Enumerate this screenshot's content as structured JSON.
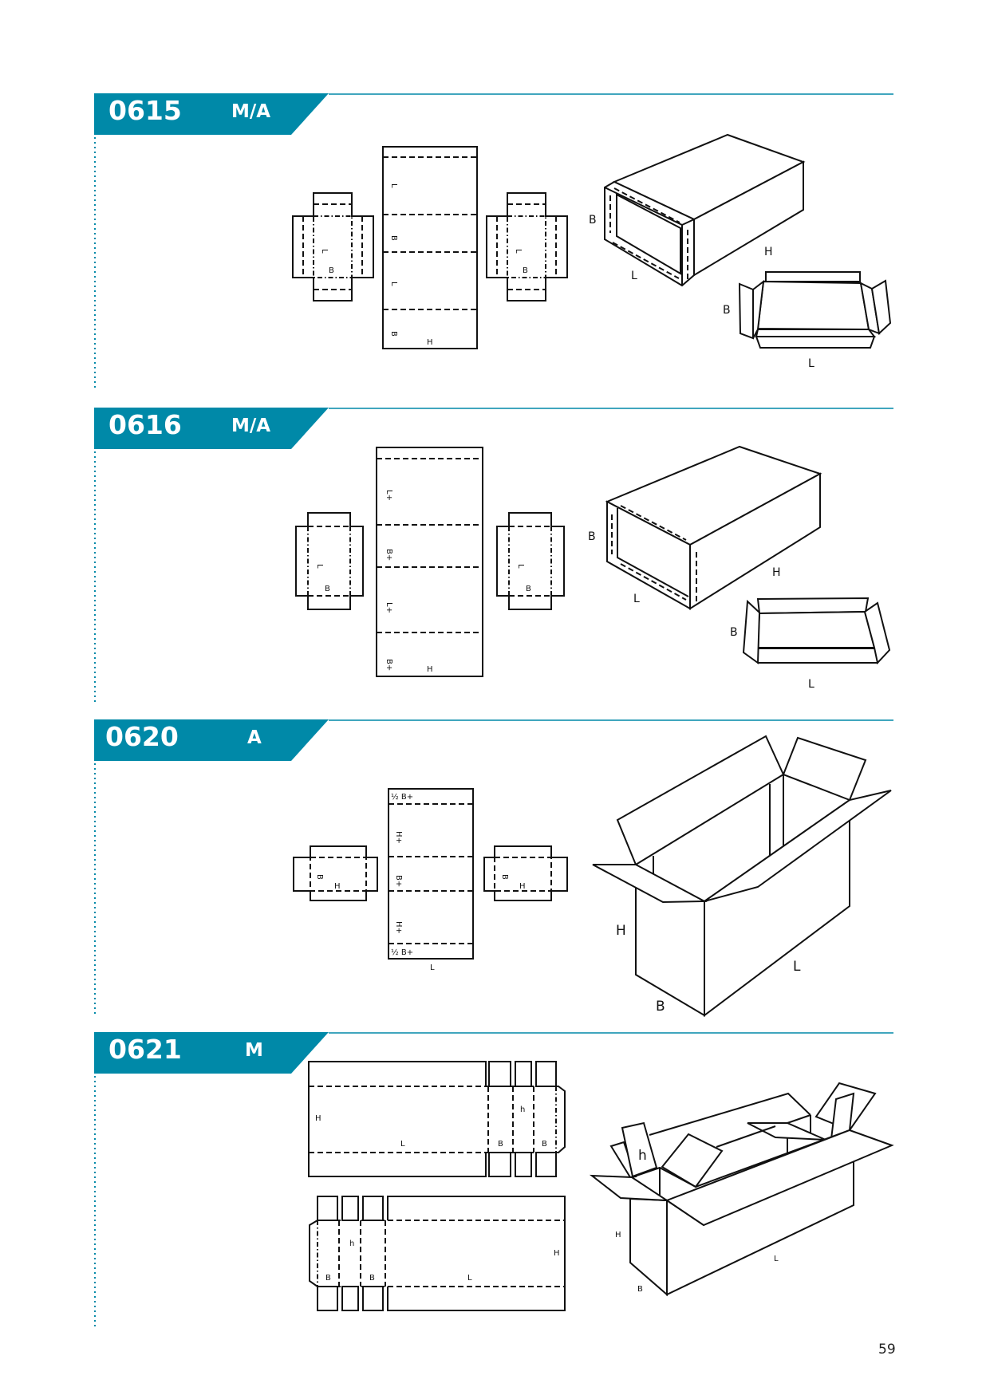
{
  "sections": [
    {
      "code": "0615",
      "type": "M/A",
      "flat_center_labels": [
        "L",
        "B",
        "L",
        "B",
        "H"
      ],
      "flat_side_labels": [
        "L",
        "B"
      ],
      "view_labels": [
        "B",
        "L",
        "H"
      ],
      "tray_labels": [
        "B",
        "L"
      ]
    },
    {
      "code": "0616",
      "type": "M/A",
      "flat_center_labels": [
        "L+",
        "B+",
        "L+",
        "B+",
        "H"
      ],
      "flat_side_labels": [
        "L",
        "B"
      ],
      "view_labels": [
        "B",
        "L",
        "H"
      ],
      "tray_labels": [
        "B",
        "L"
      ]
    },
    {
      "code": "0620",
      "type": "A",
      "flat_center_labels": [
        "½ B+",
        "H+",
        "B+",
        "H+",
        "½ B+",
        "L"
      ],
      "flat_side_labels": [
        "B",
        "H"
      ],
      "view_labels": [
        "H",
        "B",
        "L"
      ]
    },
    {
      "code": "0621",
      "type": "M",
      "flat_top_labels": [
        "H",
        "L",
        "B",
        "h",
        "B"
      ],
      "flat_bottom_labels": [
        "h",
        "B",
        "B",
        "L",
        "H"
      ],
      "view_labels": [
        "h",
        "H",
        "B",
        "L"
      ]
    }
  ],
  "page_number": "59"
}
